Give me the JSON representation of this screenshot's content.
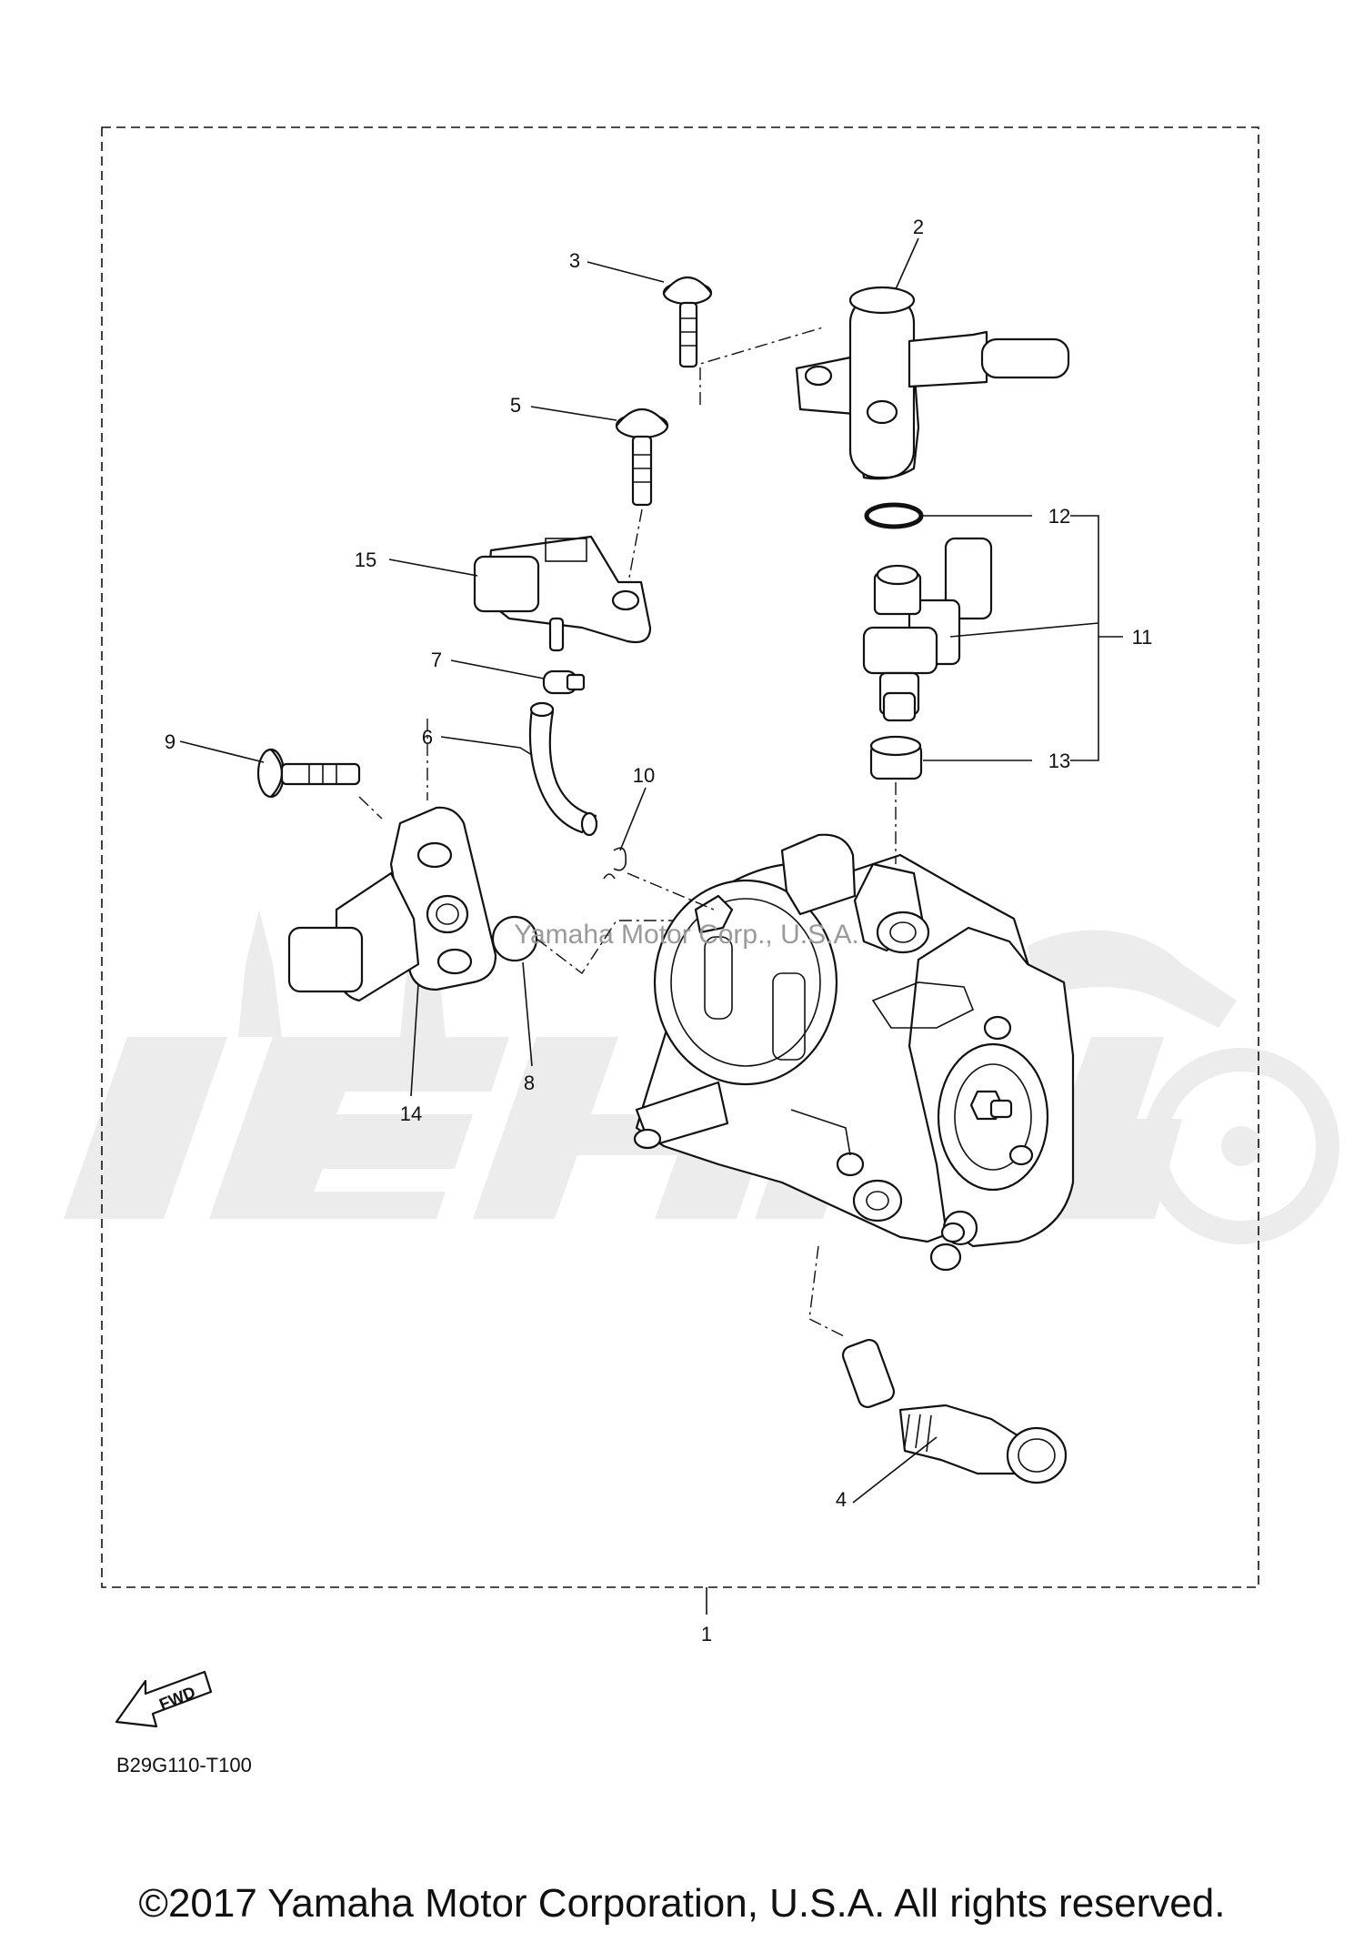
{
  "callouts": [
    "1",
    "2",
    "3",
    "4",
    "5",
    "6",
    "7",
    "8",
    "9",
    "10",
    "11",
    "12",
    "13",
    "14",
    "15"
  ],
  "watermark": "Yamaha Motor Corp., U.S.A.",
  "diagram_code": "B29G110-T100",
  "fwd_label": "FWD",
  "copyright": "©2017 Yamaha Motor Corporation, U.S.A. All rights reserved."
}
